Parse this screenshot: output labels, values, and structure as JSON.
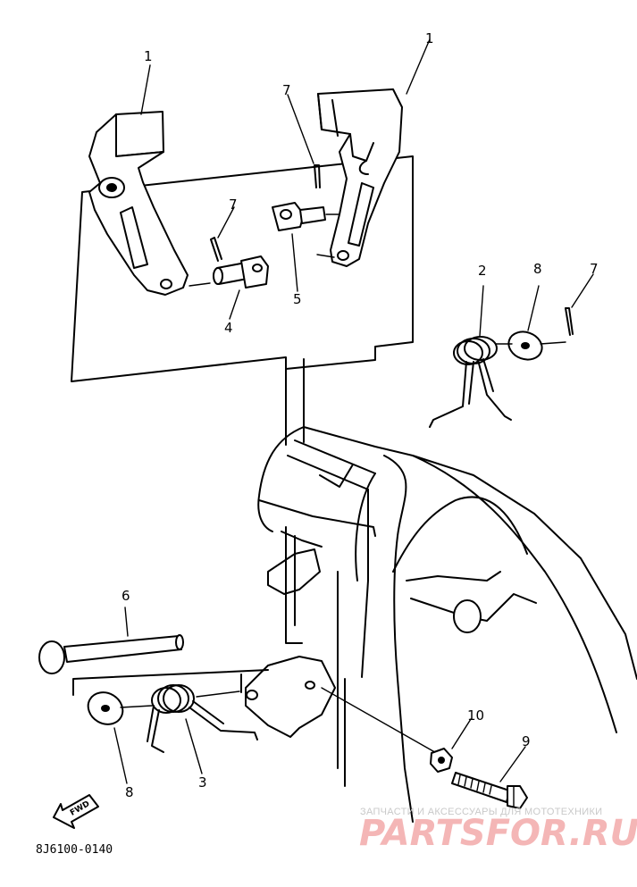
{
  "diagram": {
    "callouts": [
      {
        "id": "c1a",
        "text": "1"
      },
      {
        "id": "c1b",
        "text": "1"
      },
      {
        "id": "c7a",
        "text": "7"
      },
      {
        "id": "c7b",
        "text": "7"
      },
      {
        "id": "c7c",
        "text": "7"
      },
      {
        "id": "c4",
        "text": "4"
      },
      {
        "id": "c5",
        "text": "5"
      },
      {
        "id": "c2",
        "text": "2"
      },
      {
        "id": "c8a",
        "text": "8"
      },
      {
        "id": "c6",
        "text": "6"
      },
      {
        "id": "c8b",
        "text": "8"
      },
      {
        "id": "c3",
        "text": "3"
      },
      {
        "id": "c10",
        "text": "10"
      },
      {
        "id": "c9",
        "text": "9"
      }
    ],
    "fwd_label": "FWD",
    "part_code": "8J6100-0140"
  },
  "watermark": {
    "tagline": "ЗАПЧАСТИ И АКСЕССУАРЫ ДЛЯ МОТОТЕХНИКИ",
    "logo": "PARTSFOR.RU",
    "color": "#f4b6b6"
  }
}
